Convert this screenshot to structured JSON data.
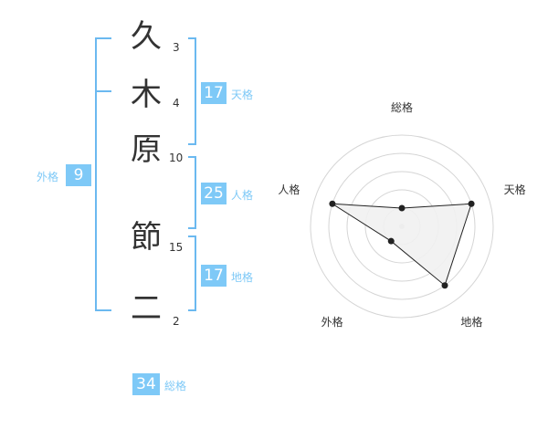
{
  "name": {
    "chars": [
      {
        "char": "久",
        "strokes": "3"
      },
      {
        "char": "木",
        "strokes": "4"
      },
      {
        "char": "原",
        "strokes": "10"
      },
      {
        "char": "節",
        "strokes": "15"
      },
      {
        "char": "二",
        "strokes": "2"
      }
    ]
  },
  "fortunes": {
    "tenkaku": {
      "value": "17",
      "label": "天格"
    },
    "jinkaku": {
      "value": "25",
      "label": "人格"
    },
    "chikaku": {
      "value": "17",
      "label": "地格"
    },
    "gaikaku": {
      "value": "9",
      "label": "外格"
    },
    "soukaku": {
      "value": "34",
      "label": "総格"
    }
  },
  "radar": {
    "axes": [
      "総格",
      "天格",
      "地格",
      "外格",
      "人格"
    ],
    "levels": [
      1,
      4,
      4,
      1,
      4
    ],
    "max_level": 5
  },
  "colors": {
    "accent": "#7ec9f7",
    "bracket": "#6bb9f0",
    "grid": "#d5d5d5",
    "fill": "#f1f1f1",
    "stroke": "#222222",
    "text": "#333333"
  }
}
